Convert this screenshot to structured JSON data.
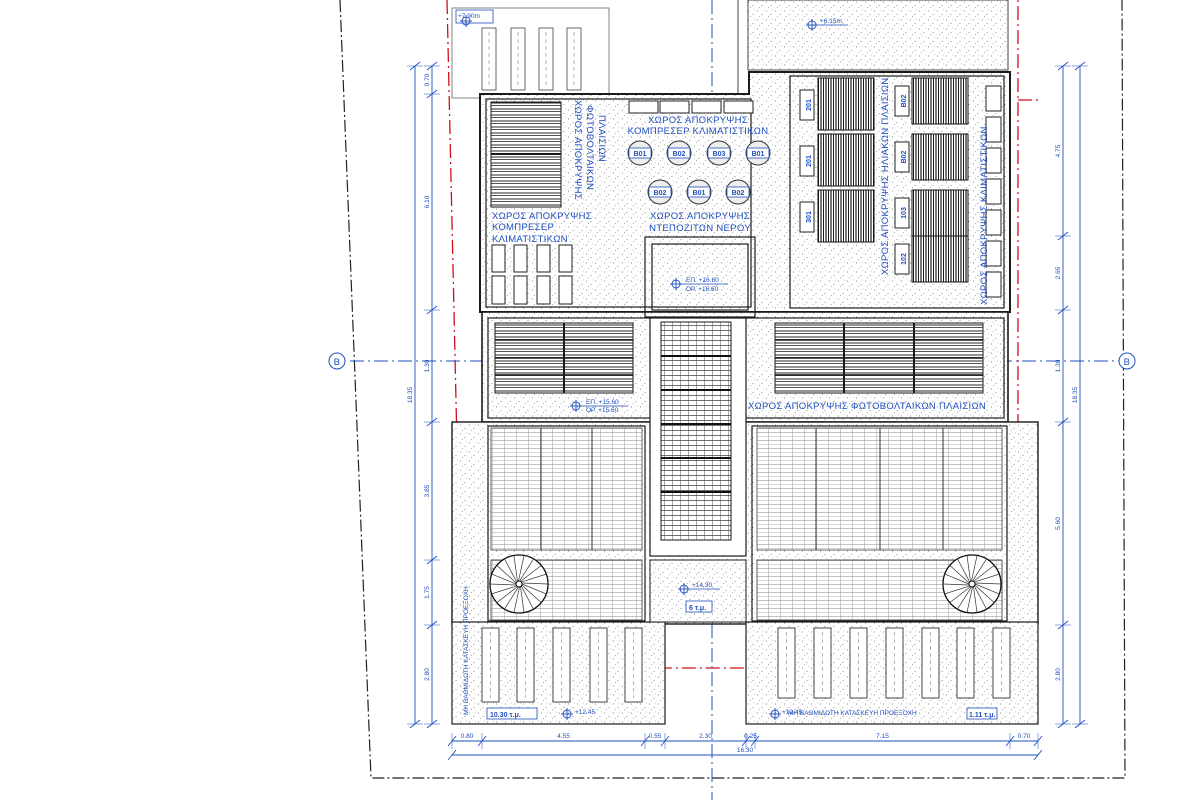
{
  "drawing": {
    "grid_axis": "B",
    "labels": {
      "compressor_ac_top": [
        "ΧΩΡΟΣ ΑΠΟΚΡΥΨΗΣ",
        "ΚΟΜΠΡΕΣΕΡ ΚΛΙΜΑΤΙΣΤΙΚΩΝ"
      ],
      "compressor_ac_left": [
        "ΧΩΡΟΣ ΑΠΟΚΡΥΨΗΣ",
        "ΚΟΜΠΡΕΣΕΡ",
        "ΚΛΙΜΑΤΙΣΤΙΚΩΝ"
      ],
      "pv_vertical_left": [
        "ΧΩΡΟΣ ΑΠΟΚΡΥΨΗΣ",
        "ΦΩΤΟΒΟΛΤΑΙΚΩΝ",
        "ΠΛΑΙΣΙΩΝ"
      ],
      "water_heaters": [
        "ΧΩΡΟΣ ΑΠΟΚΡΥΨΗΣ",
        "ΝΤΕΠΟΖΙΤΩΝ ΝΕΡΟΥ"
      ],
      "pv_vertical_right_1": "ΧΩΡΟΣ ΑΠΟΚΡΥΨΗΣ ΗΛΙΑΚΩΝ ΠΛΑΙΣΙΩΝ",
      "pv_vertical_right_2": "ΧΩΡΟΣ ΑΠΟΚΡΥΨΗΣ ΚΛΙΜΑΤΙΣΤΙΚΩΝ",
      "pv_middle": "ΧΩΡΟΣ ΑΠΟΚΡΥΨΗΣ ΦΩΤΟΒΟΛΤΑΙΚΩΝ ΠΛΑΙΣΙΩΝ",
      "non_built_left": "ΜΗ ΒΑΘΜΙΔΩΤΗ ΚΑΤΑΣΚΕΥΗ ΠΡΟΕΞΟΧΗ",
      "non_built_bottom": "ΜΗ ΒΑΘΜΙΔΩΤΗ ΚΑΤΑΣΚΕΥΗ ΠΡΟΕΞΟΧΗ"
    },
    "levels": {
      "top_left": "+7.90m",
      "top_right": "+6.15m",
      "center_upper_1": "ΕΠ. +16.60",
      "center_upper_2": "ΟΡ. +16.60",
      "center_mid_1": "ΕΠ. +15.60",
      "center_mid_2": "ΟΡ. +15.60",
      "center_lower": "+14.30",
      "bottom_left": "+12.45",
      "bottom_right": "+12.45"
    },
    "unit_tags": {
      "circle_row1": [
        "Β01",
        "Β02",
        "Β03",
        "Β01"
      ],
      "circle_row2": [
        "Β02",
        "Β01",
        "Β02"
      ],
      "right_col1": [
        "201",
        "201",
        "301"
      ],
      "right_col2": [
        "Β02",
        "Β02",
        "103",
        "102"
      ]
    },
    "areas": {
      "bottom_left": "10.30 τ.μ.",
      "bottom_center": "6 τ.μ.",
      "bottom_right": "1.11 τ.μ."
    },
    "dims_left": [
      "0.70",
      "6.10",
      "1.30",
      "3.85",
      "1.75",
      "2.80"
    ],
    "dims_left_total": "18.35",
    "dims_right": [
      "4.75",
      "2.65",
      "1.30",
      "5.60",
      "2.80"
    ],
    "dims_right_total": "18.35",
    "dims_bottom": [
      "0.80",
      "4.55",
      "0.55",
      "2.30",
      "0.25",
      "7.15",
      "0.70"
    ],
    "dims_bottom_total": "16.30",
    "colors": {
      "line": "#1f1f1f",
      "annotation_blue": "#1f4fbf",
      "property_red": "#d0101a",
      "stipple": "#777777"
    }
  }
}
